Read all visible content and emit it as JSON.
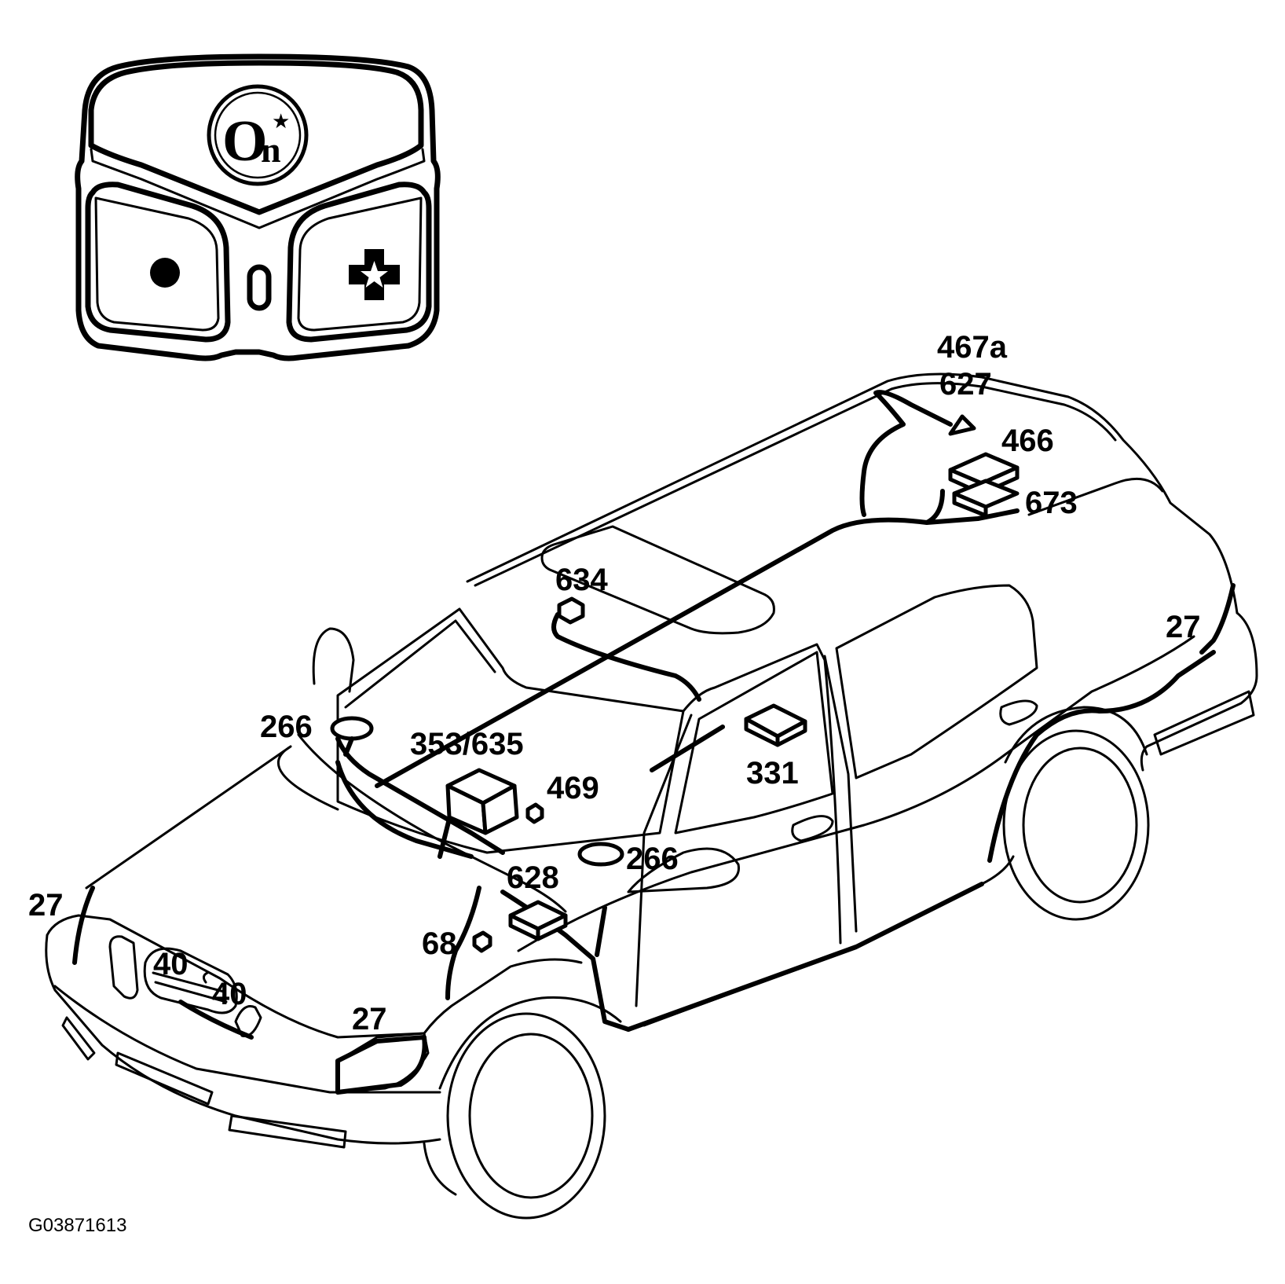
{
  "colors": {
    "ink": "#000000",
    "paper": "#ffffff"
  },
  "keypad": {
    "logo_letter": "O",
    "logo_letter_small": "n",
    "logo_star": "★",
    "left_button_icon": "dot-icon",
    "right_button_icon": "cross-star-icon",
    "center_icon": "microphone-slot-icon"
  },
  "callouts": {
    "c467a": "467a",
    "c627": "627",
    "c466": "466",
    "c673": "673",
    "c634": "634",
    "c27_rear": "27",
    "c266_left": "266",
    "c353_635": "353/635",
    "c469": "469",
    "c331": "331",
    "c266_right": "266",
    "c628": "628",
    "c27_front_left": "27",
    "c68": "68",
    "c40_a": "40",
    "c40_b": "40",
    "c27_front": "27"
  },
  "figure_code": "G03871613"
}
